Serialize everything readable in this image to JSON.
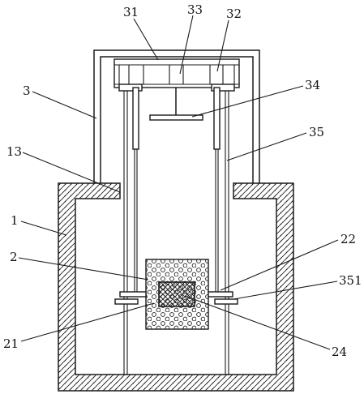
{
  "labels": {
    "l31": "31",
    "l33": "33",
    "l32": "32",
    "l34": "34",
    "l3": "3",
    "l35": "35",
    "l13": "13",
    "l1": "1",
    "l22": "22",
    "l2": "2",
    "l351": "351",
    "l21": "21",
    "l24": "24"
  },
  "colors": {
    "line": "#1a1a1a",
    "background": "#ffffff"
  }
}
